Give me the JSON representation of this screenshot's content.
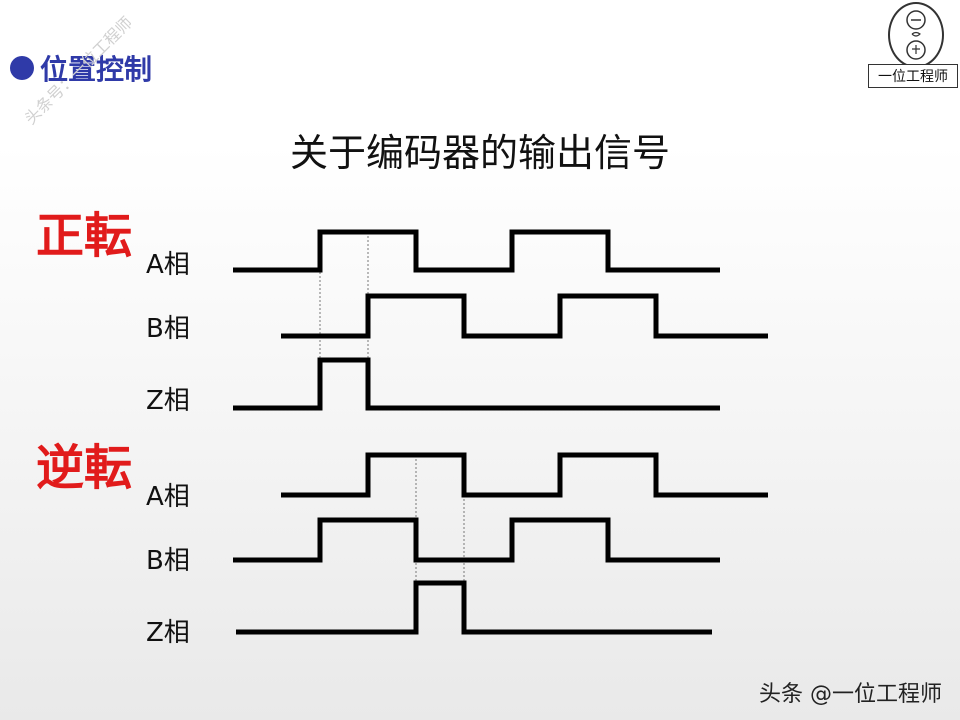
{
  "section_heading": "位置控制",
  "title": "关于编码器的输出信号",
  "logo": {
    "box_text": "一位工程师"
  },
  "watermark_diagonal": "头条号：一位工程师",
  "footer_watermark": "头条 @一位工程师",
  "colors": {
    "accent_blue": "#2f3aa8",
    "label_red": "#e11b1b",
    "signal": "#000000"
  },
  "forward": {
    "label": "正転",
    "phases": [
      {
        "name": "A相",
        "levels": [
          0,
          1,
          0,
          1,
          0
        ]
      },
      {
        "name": "B相",
        "levels": [
          0,
          1,
          0,
          1,
          0
        ]
      },
      {
        "name": "Z相",
        "levels": [
          0,
          1,
          0
        ]
      }
    ]
  },
  "reverse": {
    "label": "逆転",
    "phases": [
      {
        "name": "A相",
        "levels": [
          0,
          1,
          0,
          1,
          0
        ]
      },
      {
        "name": "B相",
        "levels": [
          0,
          1,
          0,
          1,
          0
        ]
      },
      {
        "name": "Z相",
        "levels": [
          0,
          1,
          0
        ]
      }
    ]
  }
}
